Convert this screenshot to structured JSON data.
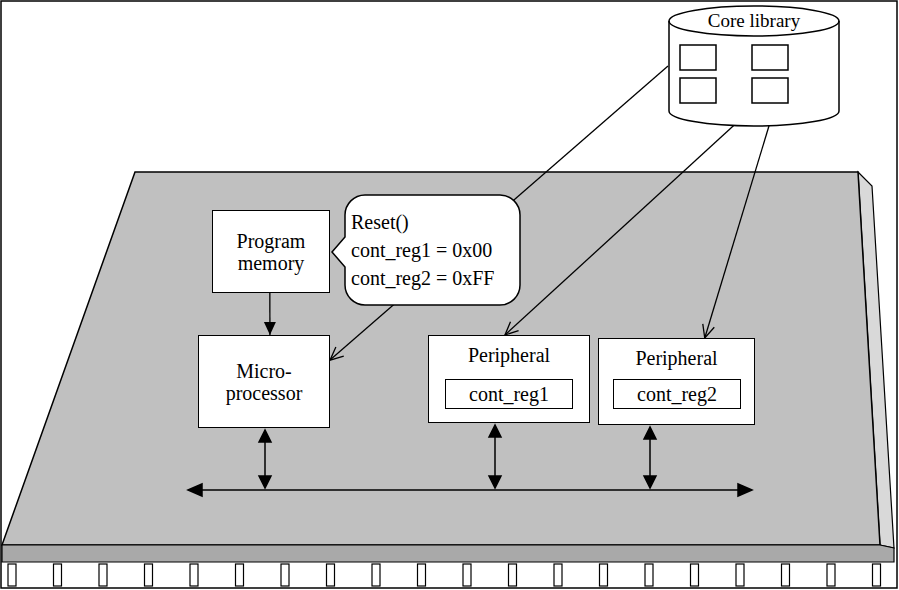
{
  "diagram": {
    "nodes": [
      {
        "text": [
          "Core library"
        ]
      },
      {
        "text": [
          "Program memory"
        ]
      },
      {
        "text": [
          "Reset()",
          "cont_reg1 = 0x00",
          "cont_reg2 = 0xFF"
        ]
      },
      {
        "text": [
          "Micro- processor"
        ]
      },
      {
        "text": [
          "Peripheral"
        ]
      },
      {
        "text": [
          "cont_reg1"
        ],
        "in": 4
      },
      {
        "text": [
          "Peripheral"
        ]
      },
      {
        "text": [
          "cont_reg2"
        ],
        "in": 6
      }
    ],
    "edges": [
      {
        "from": 1,
        "to": 3,
        "arrow": "to"
      },
      {
        "from": 0,
        "to": 3,
        "arrow": "to"
      },
      {
        "from": 0,
        "to": 4,
        "arrow": "to"
      },
      {
        "from": 0,
        "to": 6,
        "arrow": "to"
      }
    ]
  }
}
